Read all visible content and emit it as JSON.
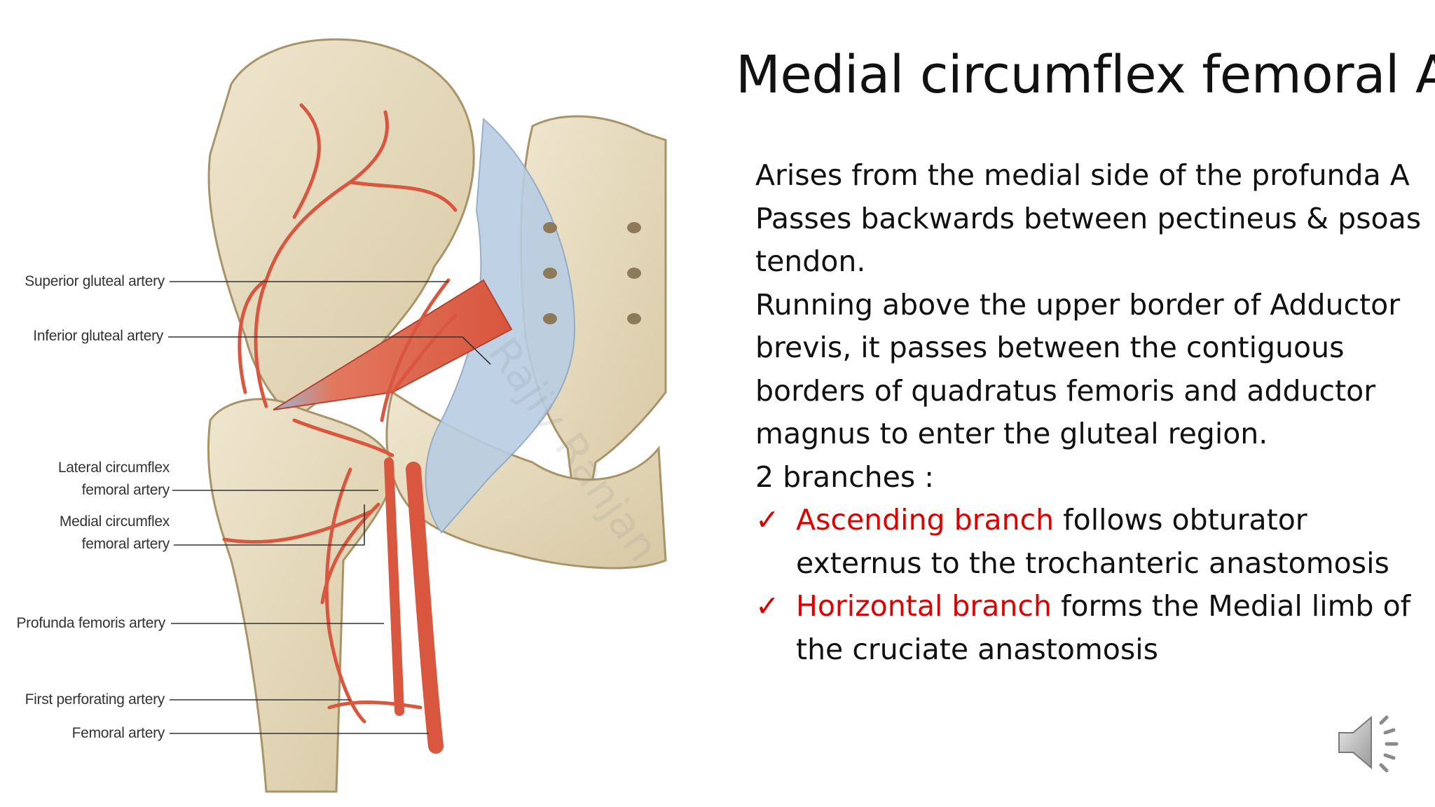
{
  "slide": {
    "title": "Medial circumflex femoral A",
    "lines": [
      "Arises from the medial side of the profunda A",
      "Passes backwards between pectineus & psoas",
      "tendon.",
      "Running above the upper border of Adductor",
      "brevis, it passes between the contiguous",
      "borders of quadratus femoris and adductor",
      "magnus to enter the gluteal region.",
      "2 branches :"
    ],
    "bullets": [
      {
        "check": "✓",
        "highlight": "Ascending branch",
        "rest_line1": " follows obturator",
        "line2": "externus to the trochanteric anastomosis"
      },
      {
        "check": "✓",
        "highlight": "Horizontal branch",
        "rest_line1": " forms the Medial limb of",
        "line2": "the cruciate anastomosis"
      }
    ],
    "watermark": "Rajiv Ranjan",
    "highlight_color": "#e00000"
  },
  "figure": {
    "labels": {
      "superior_gluteal": "Superior gluteal artery",
      "inferior_gluteal": "Inferior gluteal artery",
      "lateral_circumflex_1": "Lateral circumflex",
      "lateral_circumflex_2": "femoral artery",
      "medial_circumflex_1": "Medial circumflex",
      "medial_circumflex_2": "femoral artery",
      "profunda": "Profunda femoris artery",
      "first_perforating": "First perforating artery",
      "femoral": "Femoral artery"
    },
    "colors": {
      "bone": "#e8dcc0",
      "artery": "#d9563f",
      "ligament": "#b9cde3",
      "muscle": "#e0684e"
    }
  },
  "controls": {
    "audio_icon": "speaker-icon"
  }
}
